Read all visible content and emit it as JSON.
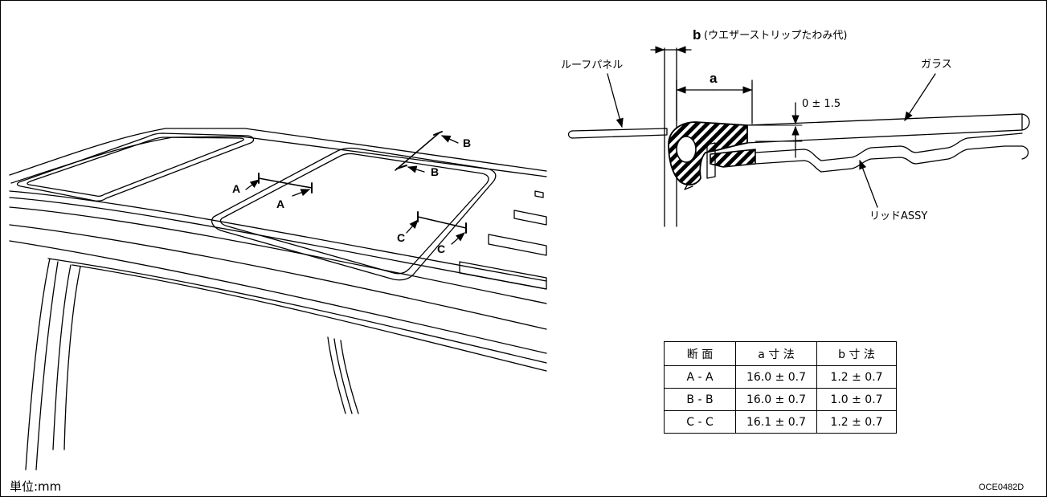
{
  "sections": {
    "a_left": "A",
    "a_right": "A",
    "b_top": "B",
    "b_bottom": "B",
    "c_left": "C",
    "c_right": "C"
  },
  "detail": {
    "b_letter": "b",
    "b_text": "(ウエザーストリップたわみ代)",
    "roof_panel": "ルーフパネル",
    "a_letter": "a",
    "tolerance": "0 ± 1.5",
    "glass": "ガラス",
    "lid_assy": "リッドASSY"
  },
  "table": {
    "headers": [
      "断 面",
      "a 寸 法",
      "b 寸 法"
    ],
    "rows": [
      [
        "A - A",
        "16.0 ± 0.7",
        "1.2 ± 0.7"
      ],
      [
        "B - B",
        "16.0 ± 0.7",
        "1.0 ± 0.7"
      ],
      [
        "C - C",
        "16.1 ± 0.7",
        "1.2 ± 0.7"
      ]
    ]
  },
  "unit": "単位:mm",
  "figure_code": "OCE0482D"
}
